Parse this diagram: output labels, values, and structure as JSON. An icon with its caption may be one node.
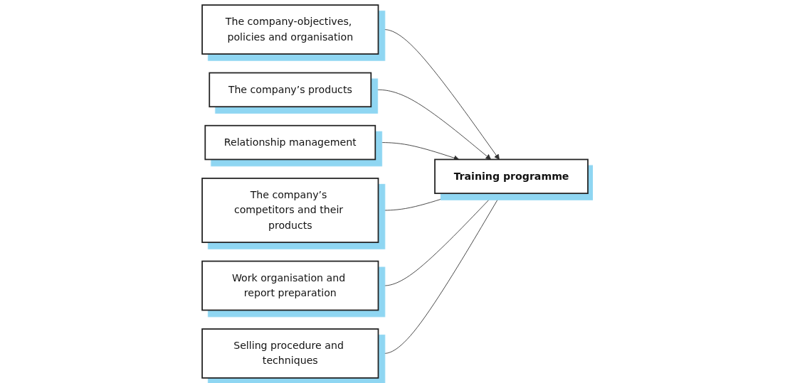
{
  "diagram": {
    "nodes": [
      {
        "text": [
          "The company-objectives, policies and organisation"
        ]
      },
      {
        "text": [
          "The company’s products"
        ]
      },
      {
        "text": [
          "Relationship management"
        ]
      },
      {
        "text": [
          "Training programme"
        ]
      },
      {
        "text": [
          "The company’s competitors and their products"
        ]
      },
      {
        "text": [
          "Work organisation and report preparation"
        ]
      },
      {
        "text": [
          "Selling procedure and techniques"
        ]
      }
    ],
    "edges": [
      {
        "from": 0,
        "to": 3,
        "arrow": "to"
      },
      {
        "from": 1,
        "to": 3,
        "arrow": "to"
      },
      {
        "from": 2,
        "to": 3,
        "arrow": "to"
      },
      {
        "from": 4,
        "to": 3,
        "arrow": "to"
      },
      {
        "from": 5,
        "to": 3,
        "arrow": "to"
      },
      {
        "from": 6,
        "to": 3,
        "arrow": "to"
      }
    ]
  }
}
